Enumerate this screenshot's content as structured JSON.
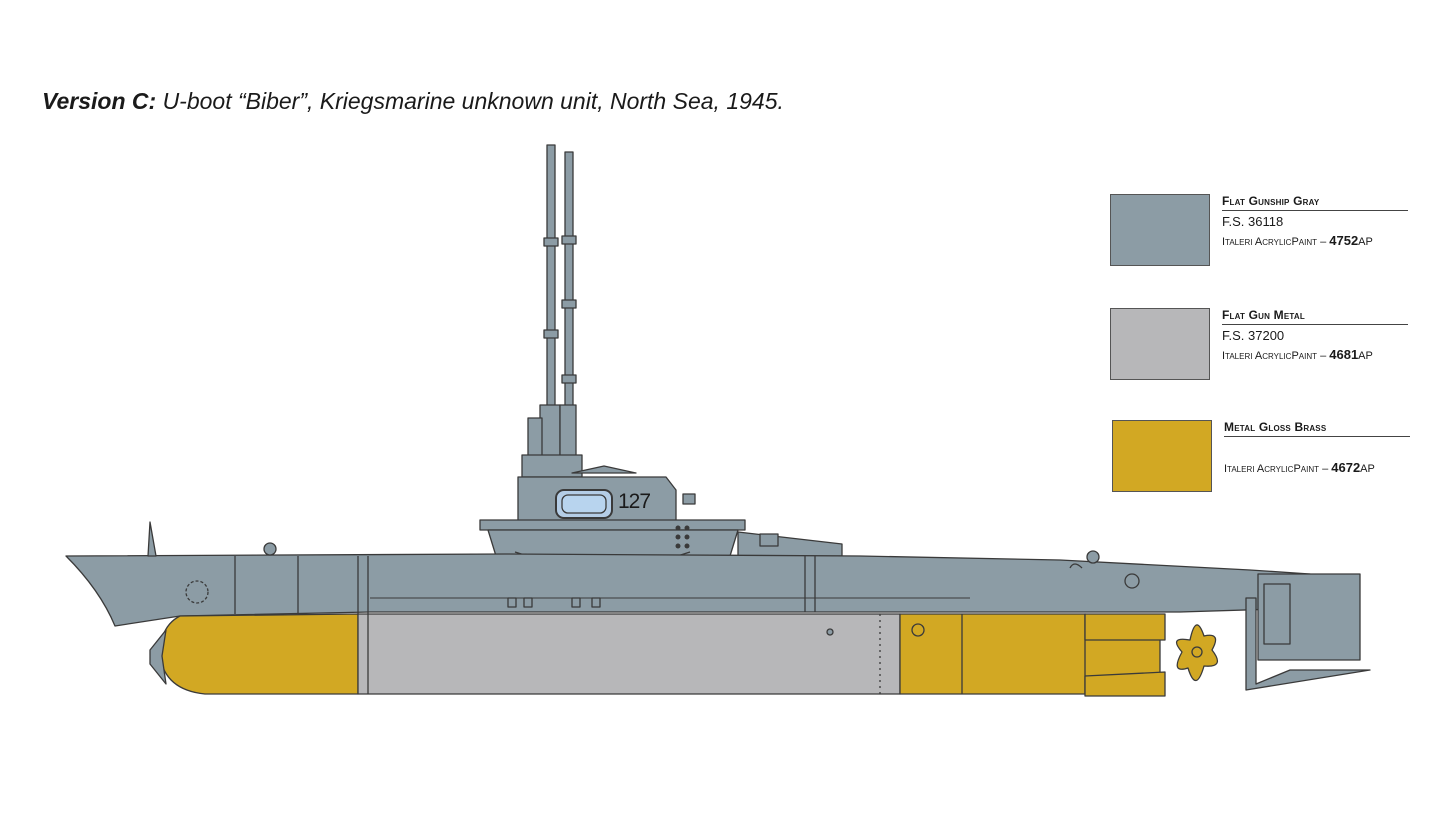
{
  "title": {
    "version": "Version C:",
    "caption": "U-boot “Biber”, Kriegsmarine unknown unit, North Sea, 1945."
  },
  "hull_number": "127",
  "legend": [
    {
      "name": "Flat Gunship Gray",
      "fs": "F.S. 36118",
      "paint_brand": "Italeri AcrylicPaint",
      "code_number": "4752",
      "code_suffix": "AP",
      "color": "#8c9ca5"
    },
    {
      "name": "Flat Gun Metal",
      "fs": "F.S. 37200",
      "paint_brand": "Italeri AcrylicPaint",
      "code_number": "4681",
      "code_suffix": "AP",
      "color": "#b7b7b9"
    },
    {
      "name": "Metal Gloss Brass",
      "fs": "",
      "paint_brand": "Italeri AcrylicPaint",
      "code_number": "4672",
      "code_suffix": "AP",
      "color": "#d2a823"
    }
  ]
}
